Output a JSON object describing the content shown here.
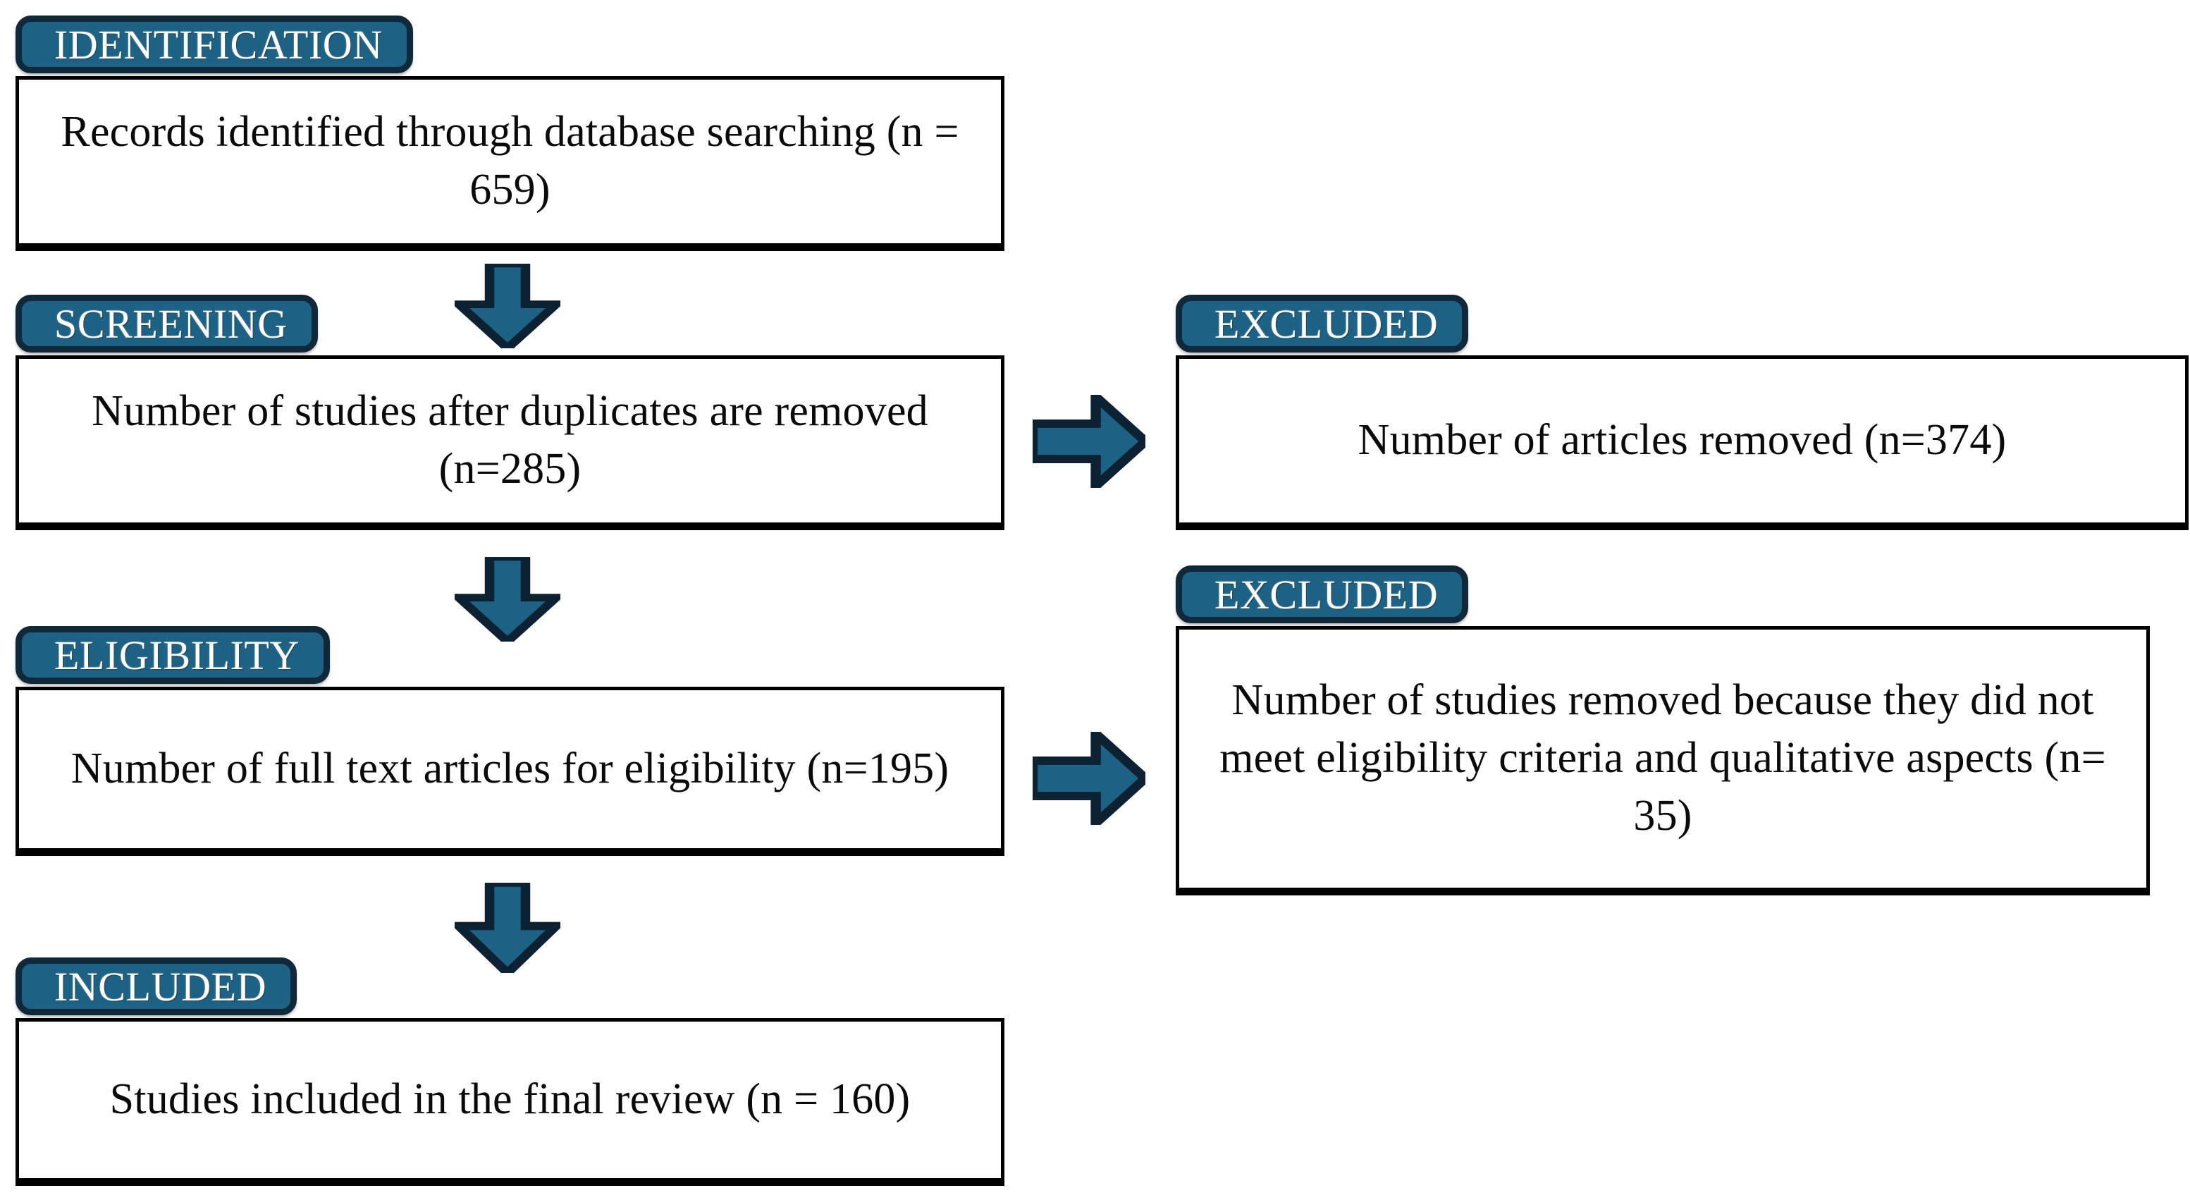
{
  "figure": {
    "type": "prisma-flow-diagram",
    "accent_color": "#1d6285",
    "accent_border_color": "#10293a",
    "box_border_color": "#000000",
    "background_color": "#ffffff",
    "text_color": "#0a0a0a"
  },
  "stages": {
    "identification": {
      "badge_label": "IDENTIFICATION",
      "box_text": "Records identified through database searching (n = 659)",
      "count": 659
    },
    "screening": {
      "badge_label": "SCREENING",
      "box_text": "Number of studies after duplicates are removed (n=285)",
      "count": 285
    },
    "eligibility": {
      "badge_label": "ELIGIBILITY",
      "box_text": "Number of full text articles for eligibility (n=195)",
      "count": 195
    },
    "included": {
      "badge_label": "INCLUDED",
      "box_text": "Studies included in the final review (n = 160)",
      "count": 160
    }
  },
  "exclusions": {
    "screening_excluded": {
      "badge_label": "EXCLUDED",
      "box_text": "Number of articles removed (n=374)",
      "count": 374
    },
    "eligibility_excluded": {
      "badge_label": "EXCLUDED",
      "box_text": "Number of studies removed because they did not meet eligibility criteria and qualitative aspects (n= 35)",
      "count": 35
    }
  },
  "connectors": [
    {
      "name": "identification-to-screening",
      "direction": "down"
    },
    {
      "name": "screening-to-eligibility",
      "direction": "down"
    },
    {
      "name": "eligibility-to-included",
      "direction": "down"
    },
    {
      "name": "screening-to-excluded",
      "direction": "right"
    },
    {
      "name": "eligibility-to-excluded",
      "direction": "right"
    }
  ]
}
